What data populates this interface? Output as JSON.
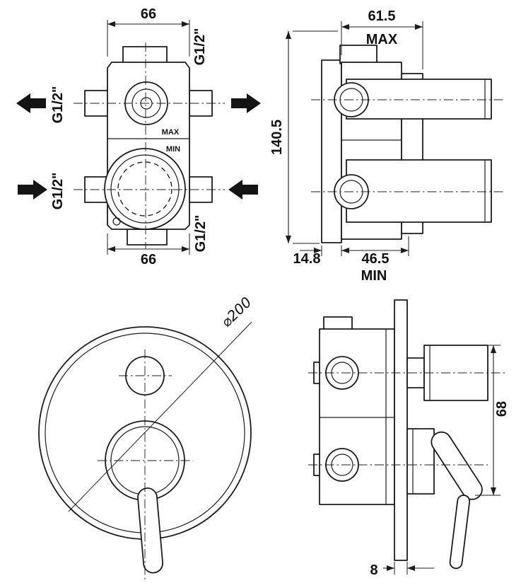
{
  "colors": {
    "ink": "#1c1c1c",
    "background": "#ffffff"
  },
  "front_rough": {
    "width_top": "66",
    "width_bottom": "66",
    "thread_label": "G1/2\"",
    "max_label": "MAX",
    "min_label": "MIN"
  },
  "side_rough": {
    "depth_max": "61.5",
    "max_label": "MAX",
    "height": "140.5",
    "wall_thickness": "14.8",
    "depth_min": "46.5",
    "min_label": "MIN"
  },
  "front_trim": {
    "plate_diameter": "⌀200"
  },
  "side_trim": {
    "handle_height": "68",
    "plate_thickness": "8"
  }
}
